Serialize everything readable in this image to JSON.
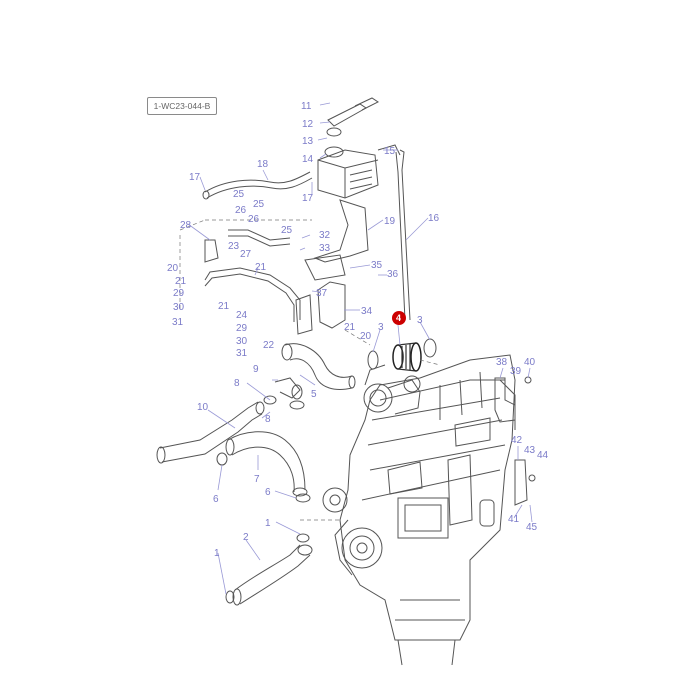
{
  "diagram_ref": "1-WC23-044-B",
  "highlight_color": "#cc0000",
  "callout_color": "#7b7bc8",
  "highlighted_part": "4",
  "callouts": [
    "11",
    "12",
    "13",
    "14",
    "15",
    "17",
    "16",
    "18",
    "17",
    "25",
    "26",
    "25",
    "26",
    "25",
    "19",
    "28",
    "23",
    "32",
    "33",
    "20",
    "21",
    "27",
    "21",
    "35",
    "36",
    "29",
    "30",
    "21",
    "37",
    "34",
    "31",
    "24",
    "29",
    "30",
    "22",
    "31",
    "21",
    "20",
    "3",
    "3",
    "38",
    "40",
    "39",
    "9",
    "8",
    "5",
    "10",
    "8",
    "42",
    "43",
    "44",
    "7",
    "6",
    "6",
    "41",
    "45",
    "1",
    "2",
    "1"
  ]
}
